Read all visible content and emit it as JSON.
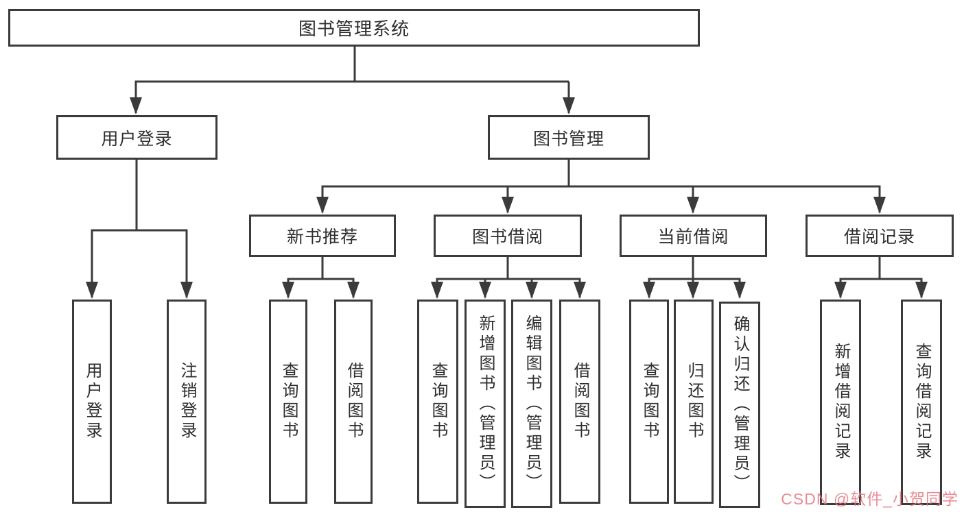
{
  "diagram": {
    "title": "图书管理系统",
    "colors": {
      "line": "#3b3b3b",
      "box_border": "#3b3b3b",
      "text": "#2e2e2e",
      "background": "#ffffff",
      "watermark": "#e67884"
    },
    "nodes": {
      "root": {
        "label": "图书管理系统"
      },
      "userLogin": {
        "label": "用户登录"
      },
      "bookManagement": {
        "label": "图书管理"
      },
      "newBookRecommend": {
        "label": "新书推荐"
      },
      "bookBorrow": {
        "label": "图书借阅"
      },
      "currentBorrow": {
        "label": "当前借阅"
      },
      "borrowRecord": {
        "label": "借阅记录"
      },
      "loginUserLogin": {
        "label": "用户登录"
      },
      "loginLogout": {
        "label": "注销登录"
      },
      "recQueryBook": {
        "label": "查询图书"
      },
      "recBorrowBook": {
        "label": "借阅图书"
      },
      "bbQueryBook": {
        "label": "查询图书"
      },
      "bbAddBook": {
        "label": "新增图书（管理员）"
      },
      "bbEditBook": {
        "label": "编辑图书（管理员）"
      },
      "bbBorrowBook": {
        "label": "借阅图书"
      },
      "cbQueryBook": {
        "label": "查询图书"
      },
      "cbReturnBook": {
        "label": "归还图书"
      },
      "cbConfirmReturn": {
        "label": "确认归还（管理员）"
      },
      "brAddRecord": {
        "label": "新增借阅记录"
      },
      "brQueryRecord": {
        "label": "查询借阅记录"
      }
    },
    "edges": [
      "root->userLogin",
      "root->bookManagement",
      "userLogin->loginUserLogin",
      "userLogin->loginLogout",
      "bookManagement->newBookRecommend",
      "bookManagement->bookBorrow",
      "bookManagement->currentBorrow",
      "bookManagement->borrowRecord",
      "newBookRecommend->recQueryBook",
      "newBookRecommend->recBorrowBook",
      "bookBorrow->bbQueryBook",
      "bookBorrow->bbAddBook",
      "bookBorrow->bbEditBook",
      "bookBorrow->bbBorrowBook",
      "currentBorrow->cbQueryBook",
      "currentBorrow->cbReturnBook",
      "currentBorrow->cbConfirmReturn",
      "borrowRecord->brAddRecord",
      "borrowRecord->brQueryRecord"
    ]
  },
  "watermark": {
    "text": "CSDN @软件_小贺同学"
  }
}
